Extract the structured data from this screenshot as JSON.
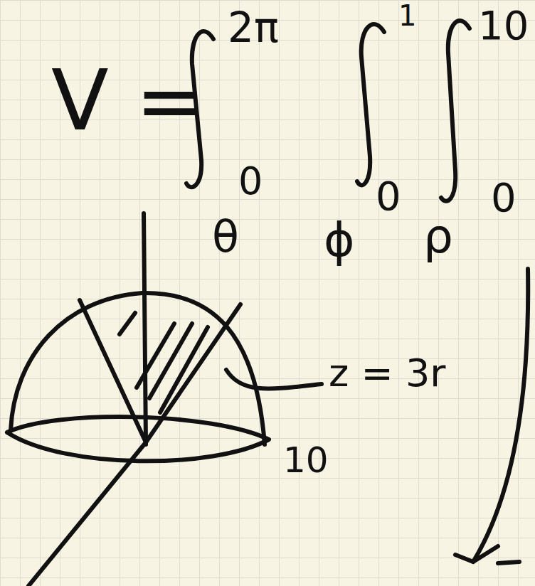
{
  "diagram": {
    "labels": [
      "V =",
      "2π",
      "0",
      "1",
      "0",
      "10",
      "0",
      "θ",
      "ϕ",
      "ρ",
      "z = 3r",
      "10"
    ]
  }
}
